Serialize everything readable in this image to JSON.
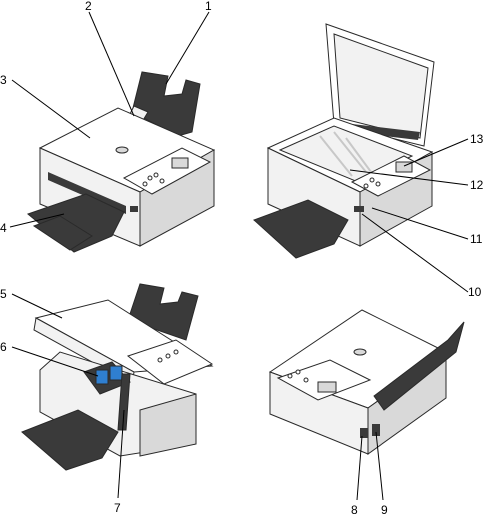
{
  "callouts": {
    "c1": "1",
    "c2": "2",
    "c3": "3",
    "c4": "4",
    "c5": "5",
    "c6": "6",
    "c7": "7",
    "c8": "8",
    "c9": "9",
    "c10": "10",
    "c11": "11",
    "c12": "12",
    "c13": "13"
  },
  "colors": {
    "outline": "#2a2a2a",
    "body": "#f2f2f2",
    "shade": "#d9d9d9",
    "tray": "#3a3a3a",
    "cartridge": "#2f7fd0"
  }
}
